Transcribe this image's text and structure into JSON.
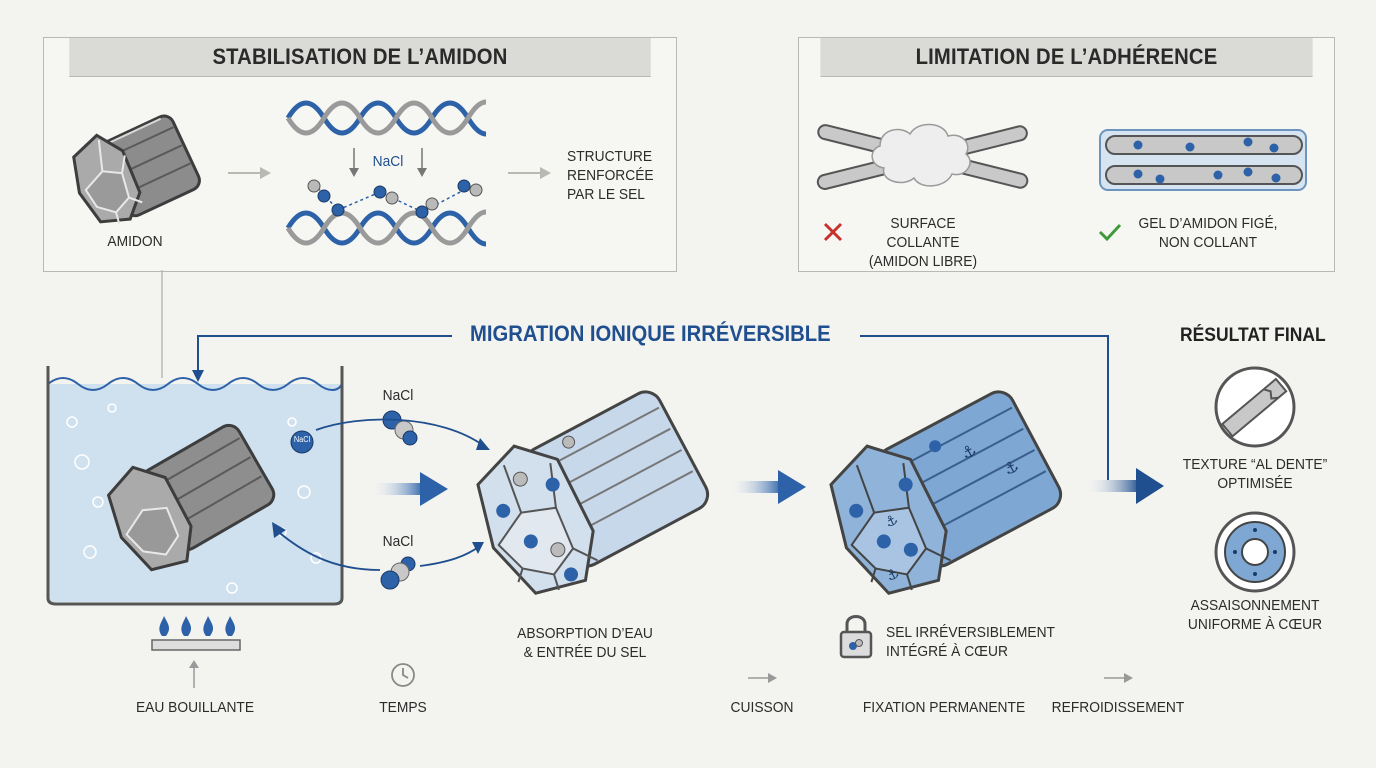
{
  "panels": {
    "stabilisation": {
      "title": "STABILISATION DE L’AMIDON",
      "starch_label": "AMIDON",
      "nacl_label": "NaCl",
      "structure_label": "STRUCTURE\nRENFORCÉE\nPAR LE SEL"
    },
    "adherence": {
      "title": "LIMITATION DE L’ADHÉRENCE",
      "bad_label": "SURFACE COLLANTE\n(AMIDON LIBRE)",
      "good_label": "GEL D’AMIDON FIGÉ,\nNON COLLANT"
    }
  },
  "migration": {
    "title": "MIGRATION IONIQUE IRRÉVERSIBLE",
    "nacl_top": "NaCl",
    "nacl_bottom": "NaCl",
    "ion_badge": "NaCl",
    "absorption_label": "ABSORPTION D’EAU\n& ENTRÉE DU SEL",
    "lock_label": "SEL IRRÉVERSIBLEMENT\nINTÉGRÉ À CŒUR"
  },
  "result": {
    "title": "RÉSULTAT FINAL",
    "texture_label": "TEXTURE “AL DENTE”\nOPTIMISÉE",
    "seasoning_label": "ASSAISONNEMENT\nUNIFORME À CŒUR"
  },
  "timeline": {
    "boiling": "EAU BOUILLANTE",
    "time": "TEMPS",
    "cooking": "CUISSON",
    "fixation": "FIXATION PERMANENTE",
    "cooling": "REFROIDISSEMENT"
  },
  "icons": {
    "starch": "starch-cylinder-icon",
    "helix": "double-helix-icon",
    "check": "check-icon",
    "cross": "cross-icon",
    "lock": "lock-icon",
    "clock": "clock-icon",
    "flame": "flame-icon",
    "anchor": "anchor-icon"
  },
  "colors": {
    "accent_blue": "#1f4f8f",
    "ion_blue": "#2d62a8",
    "ion_gray": "#b9b9b9",
    "cross_red": "#c8322c",
    "check_green": "#3f9a3a",
    "water": "#cfe0ef"
  }
}
